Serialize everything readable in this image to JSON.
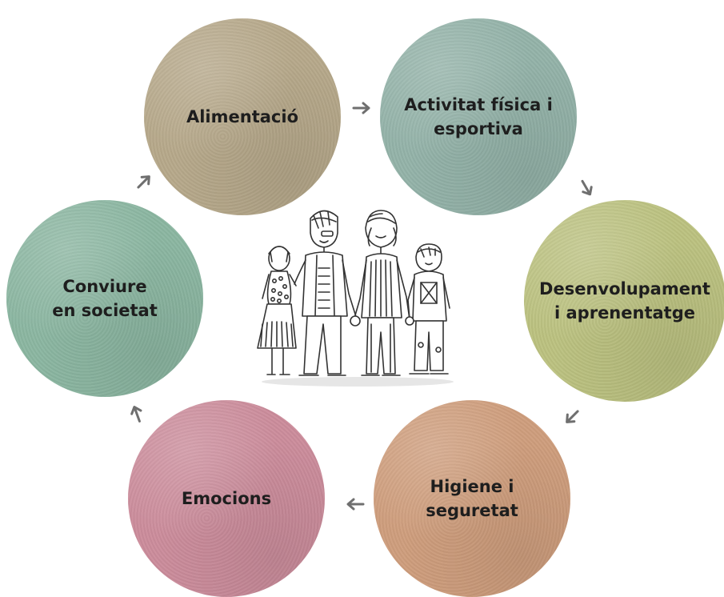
{
  "diagram": {
    "nodes": [
      {
        "id": "alimentacio",
        "label": "Alimentació",
        "color": "#b7a98b"
      },
      {
        "id": "activitat",
        "label": "Activitat física i\nesportiva",
        "color": "#94b3a9"
      },
      {
        "id": "desenvolupament",
        "label": "Desenvolupament\ni aprenentatge",
        "color": "#bcc281"
      },
      {
        "id": "higiene",
        "label": "Higiene i\nseguretat",
        "color": "#cf9e7d"
      },
      {
        "id": "emocions",
        "label": "Emocions",
        "color": "#cc8d9c"
      },
      {
        "id": "conviure",
        "label": "Conviure\nen societat",
        "color": "#8cb7a2"
      }
    ],
    "edges": [
      {
        "from": "alimentacio",
        "to": "activitat"
      },
      {
        "from": "activitat",
        "to": "desenvolupament"
      },
      {
        "from": "desenvolupament",
        "to": "higiene"
      },
      {
        "from": "higiene",
        "to": "emocions"
      },
      {
        "from": "emocions",
        "to": "conviure"
      },
      {
        "from": "conviure",
        "to": "alimentacio"
      }
    ],
    "arrow_color": "#6f6f6f",
    "center_illustration": "family-sketch"
  }
}
